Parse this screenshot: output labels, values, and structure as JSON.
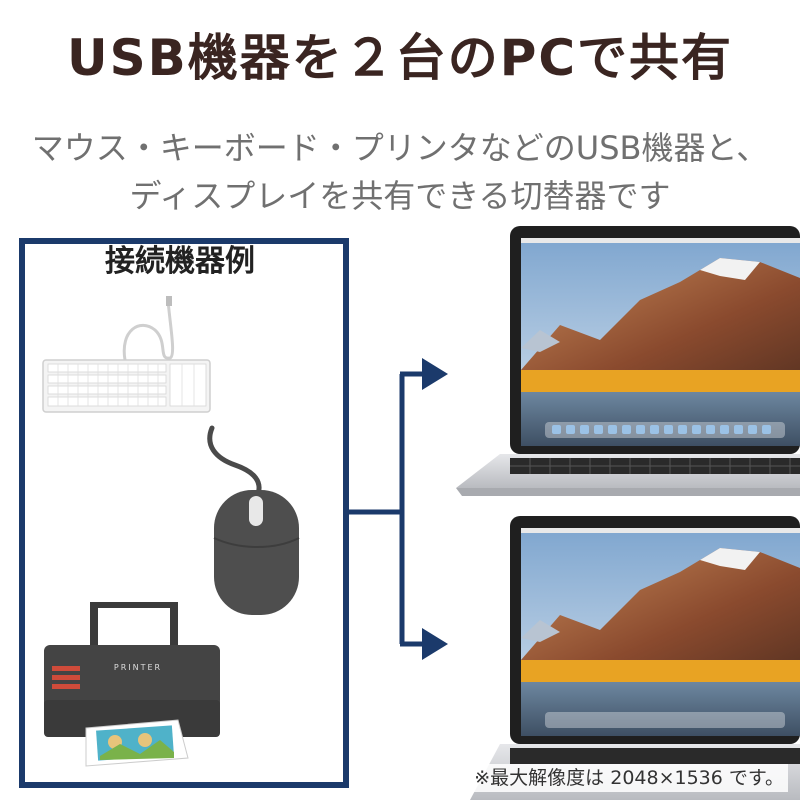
{
  "title": "USB機器を２台のPCで共有",
  "subtitle_line1": "マウス・キーボード・プリンタなどのUSB機器と、",
  "subtitle_line2": "ディスプレイを共有できる切替器です",
  "panel_label": "接続機器例",
  "devices": {
    "keyboard_icon": "keyboard-icon",
    "mouse_icon": "mouse-icon",
    "printer_icon": "printer-icon",
    "printer_text": "PRINTER"
  },
  "laptops": [
    "laptop-icon",
    "laptop-icon"
  ],
  "note": "※最大解像度は 2048×1536 です。",
  "colors": {
    "title": "#3a2521",
    "accent": "#1b3a6b",
    "subtitle": "#707070"
  }
}
